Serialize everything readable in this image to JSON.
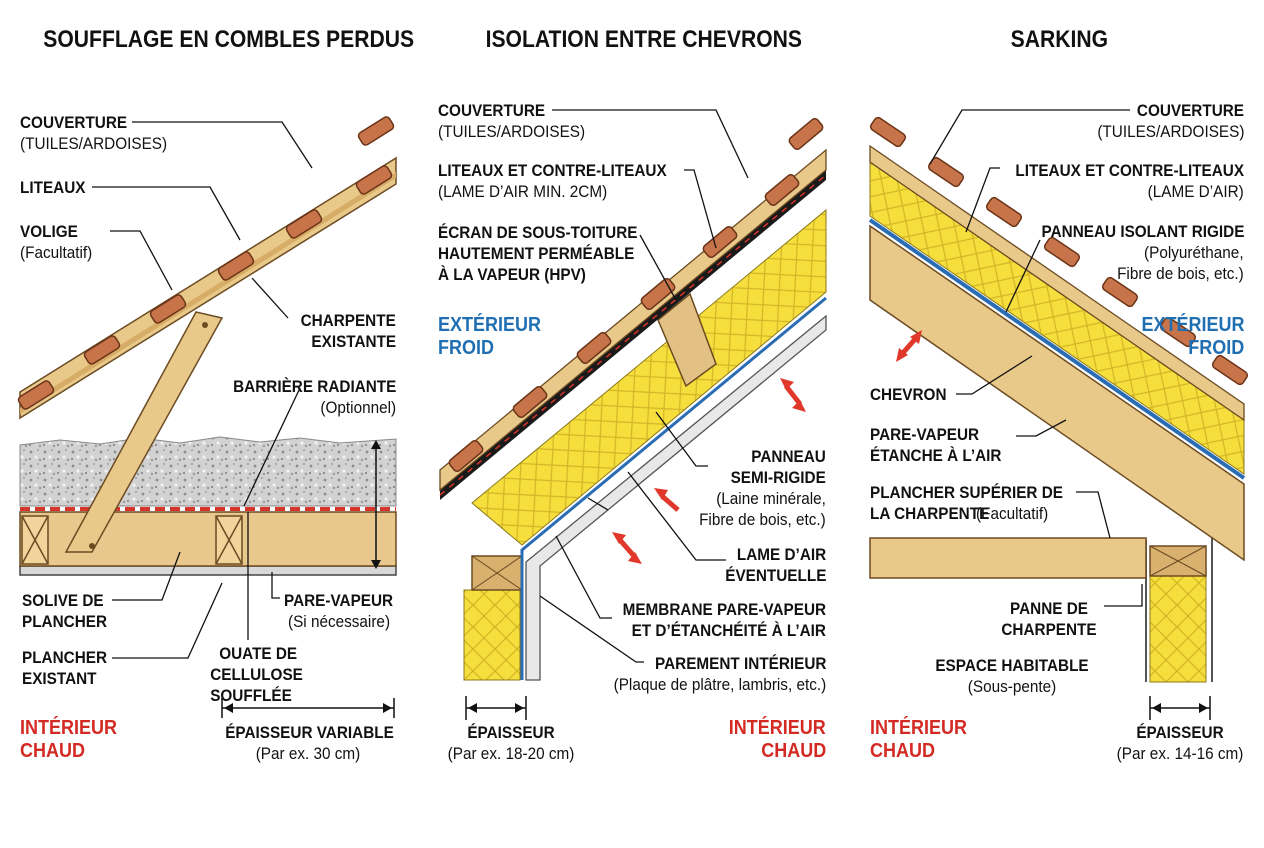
{
  "panels": [
    {
      "title": "SOUFFLAGE EN COMBLES PERDUS",
      "labels": {
        "couverture": "COUVERTURE",
        "couverture_sub": "(TUILES/ARDOISES)",
        "liteaux": "LITEAUX",
        "volige": "VOLIGE",
        "volige_sub": "(Facultatif)",
        "charpente_1": "CHARPENTE",
        "charpente_2": "EXISTANTE",
        "barriere": "BARRIÈRE RADIANTE",
        "barriere_sub": "(Optionnel)",
        "solive_1": "SOLIVE DE",
        "solive_2": "PLANCHER",
        "plancher_1": "PLANCHER",
        "plancher_2": "EXISTANT",
        "ouate_1": "OUATE DE",
        "ouate_2": "CELLULOSE",
        "ouate_3": "SOUFFLÉE",
        "parevapeur": "PARE-VAPEUR",
        "parevapeur_sub": "(Si nécessaire)",
        "epaisseur": "ÉPAISSEUR VARIABLE",
        "epaisseur_sub": "(Par ex. 30 cm)",
        "interieur": "INTÉRIEUR",
        "chaud": "CHAUD"
      }
    },
    {
      "title": "ISOLATION ENTRE CHEVRONS",
      "labels": {
        "couverture": "COUVERTURE",
        "couverture_sub": "(TUILES/ARDOISES)",
        "liteaux": "LITEAUX ET CONTRE-LITEAUX",
        "liteaux_sub": "(LAME D’AIR MIN. 2CM)",
        "ecran_1": "ÉCRAN DE SOUS-TOITURE",
        "ecran_2": "HAUTEMENT PERMÉABLE",
        "ecran_3": "À LA VAPEUR (HPV)",
        "exterieur": "EXTÉRIEUR",
        "froid": "FROID",
        "panneau_1": "PANNEAU",
        "panneau_2": "SEMI-RIGIDE",
        "panneau_sub1": "(Laine minérale,",
        "panneau_sub2": "Fibre de bois, etc.)",
        "lame_1": "LAME D’AIR",
        "lame_2": "ÉVENTUELLE",
        "membrane_1": "MEMBRANE PARE-VAPEUR",
        "membrane_2": "ET D’ÉTANCHÉITÉ À L’AIR",
        "parement": "PAREMENT INTÉRIEUR",
        "parement_sub": "(Plaque de plâtre, lambris, etc.)",
        "epaisseur": "ÉPAISSEUR",
        "epaisseur_sub": "(Par ex. 18-20 cm)",
        "interieur": "INTÉRIEUR",
        "chaud": "CHAUD"
      }
    },
    {
      "title": "SARKING",
      "labels": {
        "couverture": "COUVERTURE",
        "couverture_sub": "(TUILES/ARDOISES)",
        "liteaux": "LITEAUX ET CONTRE-LITEAUX",
        "liteaux_sub": "(LAME D’AIR)",
        "panneau": "PANNEAU ISOLANT RIGIDE",
        "panneau_sub1": "(Polyuréthane,",
        "panneau_sub2": "Fibre de bois, etc.)",
        "exterieur": "EXTÉRIEUR",
        "froid": "FROID",
        "chevron": "CHEVRON",
        "parevapeur_1": "PARE-VAPEUR",
        "parevapeur_2": "ÉTANCHE À L’AIR",
        "plancher_1": "PLANCHER SUPÉRIER DE",
        "plancher_2": "LA CHARPENTE",
        "plancher_sub": "(Facultatif)",
        "panne_1": "PANNE DE",
        "panne_2": "CHARPENTE",
        "espace": "ESPACE HABITABLE",
        "espace_sub": "(Sous-pente)",
        "epaisseur": "ÉPAISSEUR",
        "epaisseur_sub": "(Par ex. 14-16 cm)",
        "interieur": "INTÉRIEUR",
        "chaud": "CHAUD"
      }
    }
  ],
  "colors": {
    "wood": "#e9c98a",
    "wood_dark": "#b98a45",
    "tile": "#c8744a",
    "insulation": "#f5de3a",
    "cellulose": "#cfcfcf",
    "membrane": "#2a6db5",
    "cold": "#1f6fb2",
    "warm": "#d42a24",
    "arrow": "#e0392b"
  }
}
